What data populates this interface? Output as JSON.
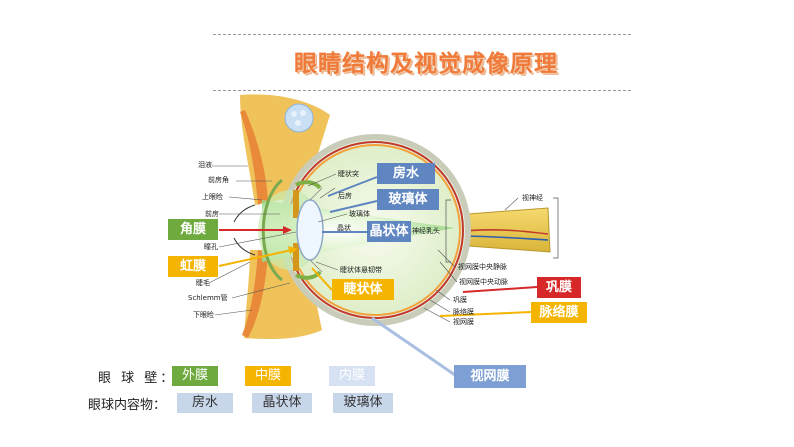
{
  "title": "眼睛结构及视觉成像原理",
  "colors": {
    "green": "#6eaa3e",
    "yellow": "#f4b400",
    "blue": "#5f86c0",
    "orange": "#f07a3a",
    "red": "#d62828"
  },
  "labels_small": {
    "tear": "泪液",
    "anterior_angle": "前房角",
    "upper_eyelid": "上眼睑",
    "anterior_chamber": "前房",
    "pupil": "瞳孔",
    "eyelash": "睫毛",
    "schlemm": "Schlemm管",
    "lower_eyelid": "下眼睑",
    "ciliary_process": "睫状突",
    "posterior_chamber": "后房",
    "vitreous_small": "玻璃体",
    "lens_small": "晶状",
    "optic_disc": "神经乳头",
    "zonule": "睫状体悬韧带",
    "optic_nerve": "视神经",
    "central_vein": "视网膜中央静脉",
    "central_artery": "视网膜中央动脉",
    "sclera_small": "巩膜",
    "choroid_small": "脉络膜",
    "retina_small": "视网膜"
  },
  "tags": {
    "cornea": "角膜",
    "iris": "虹膜",
    "aqueous": "房水",
    "vitreous": "玻璃体",
    "lens": "晶状体",
    "ciliary_body": "睫状体",
    "sclera": "巩膜",
    "choroid": "脉络膜",
    "retina": "视网膜"
  },
  "legend": {
    "wall_label": "眼 球 壁：",
    "content_label": "眼球内容物：",
    "wall": [
      "外膜",
      "中膜",
      "内膜"
    ],
    "contents": [
      "房水",
      "晶状体",
      "玻璃体"
    ]
  }
}
